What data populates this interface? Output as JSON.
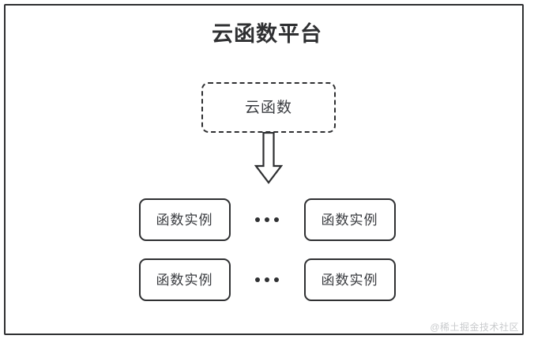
{
  "diagram": {
    "title": "云函数平台",
    "frame": {
      "border_color": "#2f3032",
      "background": "#ffffff"
    },
    "cloud_function": {
      "label": "云函数",
      "border_style": "dashed",
      "border_color": "#2f3032"
    },
    "arrow": {
      "name": "down-block-arrow",
      "direction": "down",
      "stroke_color": "#2f3032",
      "fill": "#ffffff"
    },
    "instance_rows": [
      {
        "left_instance": "函数实例",
        "ellipsis": "•••",
        "right_instance": "函数实例"
      },
      {
        "left_instance": "函数实例",
        "ellipsis": "•••",
        "right_instance": "函数实例"
      }
    ],
    "watermark": "@稀土掘金技术社区",
    "colors": {
      "stroke": "#2f3032",
      "text": "#3a3c40",
      "watermark": "#c9cbcd",
      "background": "#ffffff"
    }
  }
}
